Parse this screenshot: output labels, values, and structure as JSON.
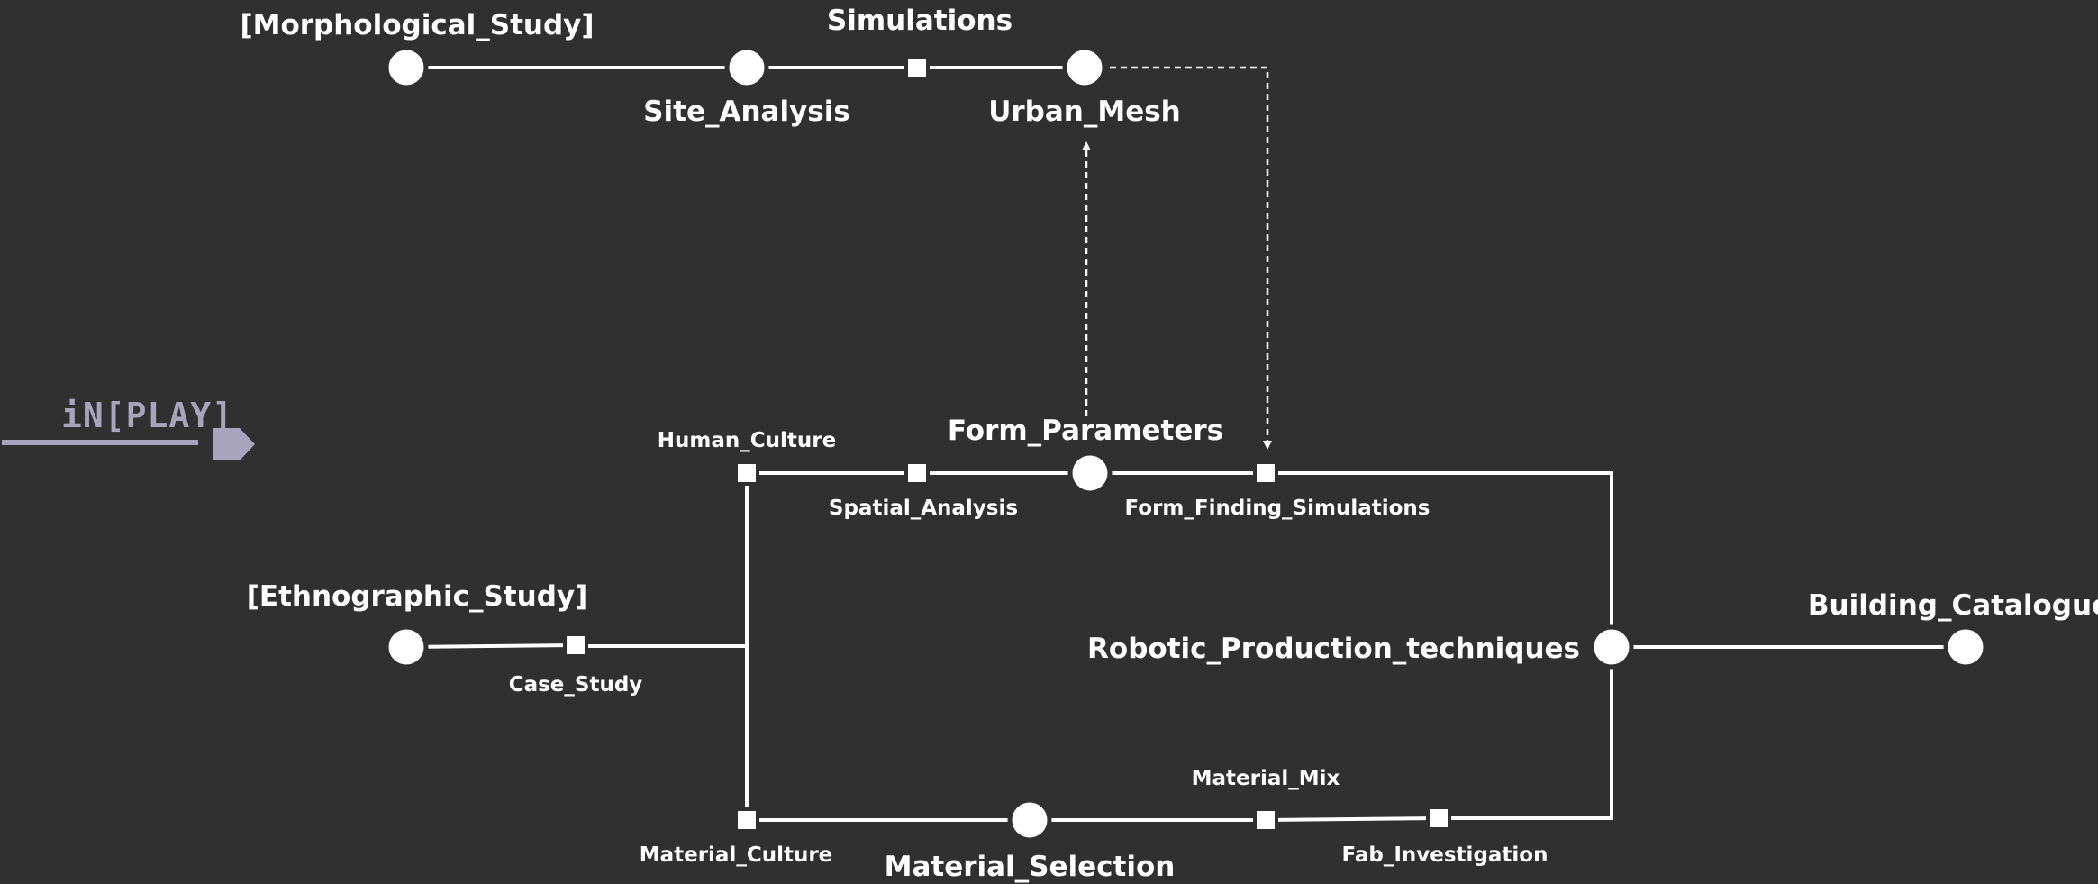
{
  "colors": {
    "background": "#303030",
    "foreground": "#ffffff",
    "logo": "#a8a4be"
  },
  "logo": {
    "text": "iN[PLAY]"
  },
  "nodes": {
    "morphological_study": "[Morphological_Study]",
    "simulations": "Simulations",
    "site_analysis": "Site_Analysis",
    "urban_mesh": "Urban_Mesh",
    "human_culture": "Human_Culture",
    "form_parameters": "Form_Parameters",
    "spatial_analysis": "Spatial_Analysis",
    "form_finding_simulations": "Form_Finding_Simulations",
    "ethnographic_study": "[Ethnographic_Study]",
    "case_study": "Case_Study",
    "robotic_production_techniques": "Robotic_Production_techniques",
    "building_catalogue": "Building_Catalogue",
    "material_mix": "Material_Mix",
    "material_culture": "Material_Culture",
    "material_selection": "Material_Selection",
    "fab_investigation": "Fab_Investigation"
  }
}
